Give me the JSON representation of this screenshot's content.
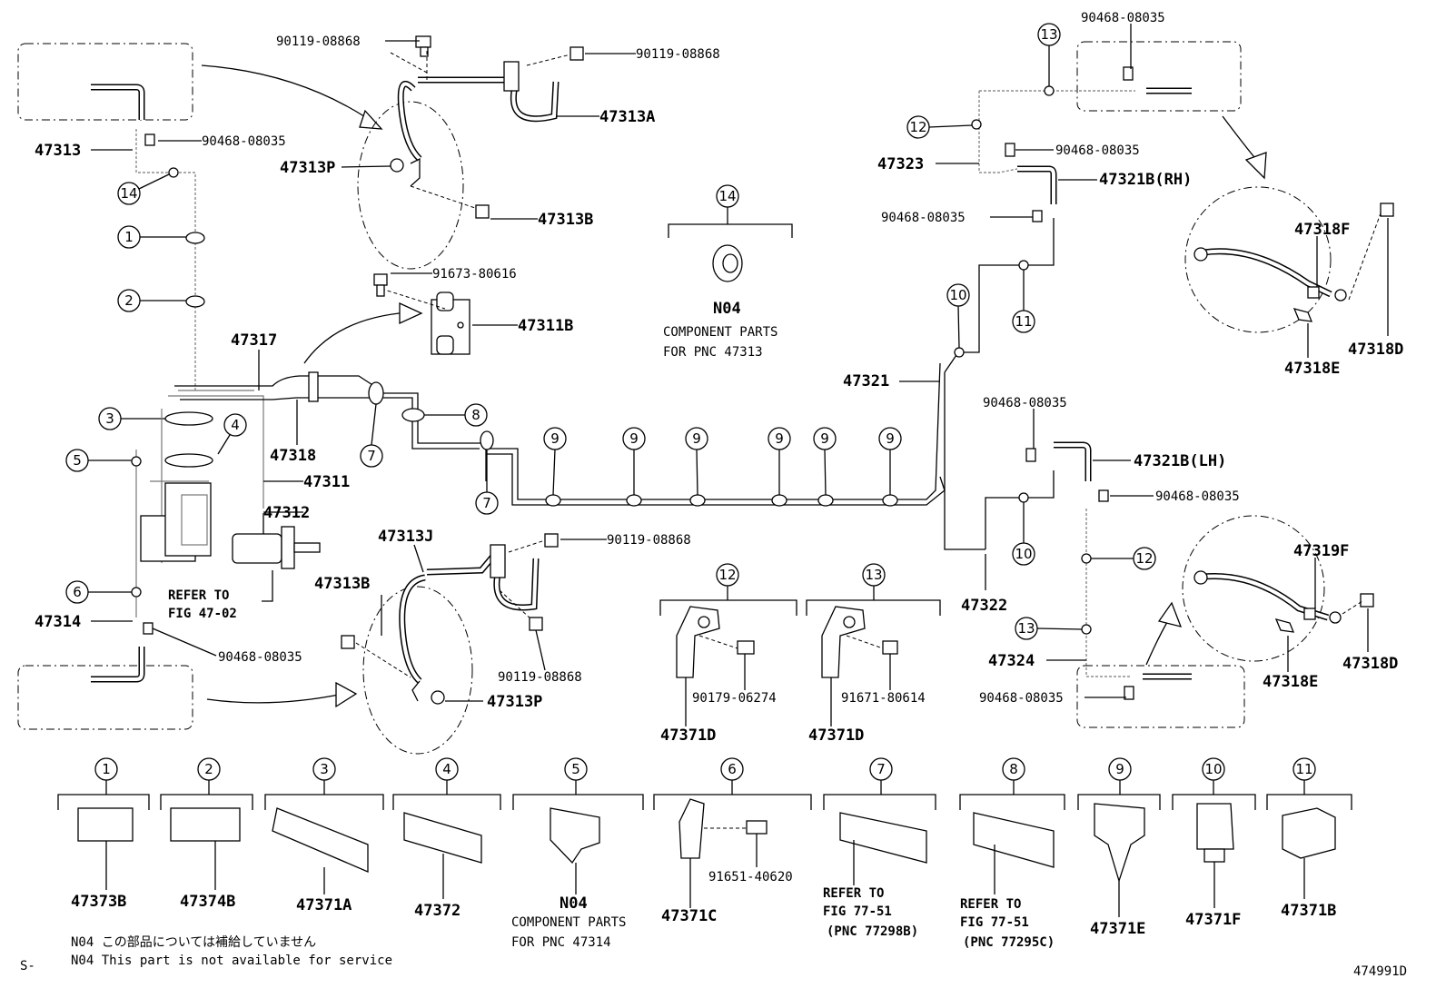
{
  "diagram_id": "474991D",
  "prefix": "S-",
  "parts": {
    "p47313": "47313",
    "p47313A": "47313A",
    "p47313P_top": "47313P",
    "p47313B_top": "47313B",
    "p47317": "47317",
    "p47311B": "47311B",
    "p47318": "47318",
    "p47311": "47311",
    "p47312": "47312",
    "p47313J": "47313J",
    "p47313B_bot": "47313B",
    "p47313P_bot": "47313P",
    "p47314": "47314",
    "p47323": "47323",
    "p47321B_RH": "47321B(RH)",
    "p47321": "47321",
    "p47321B_LH": "47321B(LH)",
    "p47322": "47322",
    "p47324": "47324",
    "p47318F": "47318F",
    "p47318E_top": "47318E",
    "p47318D_top": "47318D",
    "p47319F": "47319F",
    "p47318E_bot": "47318E",
    "p47318D_bot": "47318D",
    "p47371D_a": "47371D",
    "p47371D_b": "47371D"
  },
  "part_numbers": {
    "bolt_top_left": "90119-08868",
    "bolt_top_right": "90119-08868",
    "clip_47313": "90468-08035",
    "bolt_47311B": "91673-80616",
    "bolt_mid_right": "90119-08868",
    "bolt_mid_lower": "90119-08868",
    "clip_47314": "90468-08035",
    "clip_top_right": "90468-08035",
    "clip_47323": "90468-08035",
    "clip_47321B_RH": "90468-08035",
    "clip_47321B_LH_top": "90468-08035",
    "clip_47321B_LH_right": "90468-08035",
    "clip_bottom_right": "90468-08035",
    "bolt_12": "90179-06274",
    "bolt_13": "91671-80614",
    "bolt_6": "91651-40620"
  },
  "callouts": [
    "1",
    "2",
    "3",
    "4",
    "5",
    "6",
    "7",
    "8",
    "9",
    "10",
    "11",
    "12",
    "13",
    "14"
  ],
  "n04_top": {
    "callout": "14",
    "code": "N04",
    "line1": "COMPONENT PARTS",
    "line2": "FOR PNC 47313"
  },
  "refer_fig": {
    "line1": "REFER TO",
    "line2": "FIG 47-02"
  },
  "legend": [
    {
      "callout": "1",
      "part": "47373B"
    },
    {
      "callout": "2",
      "part": "47374B"
    },
    {
      "callout": "3",
      "part": "47371A"
    },
    {
      "callout": "4",
      "part": "47372"
    },
    {
      "callout": "5",
      "part": "N04",
      "line1": "COMPONENT PARTS",
      "line2": "FOR PNC 47314"
    },
    {
      "callout": "6",
      "part": "47371C",
      "bolt": "91651-40620"
    },
    {
      "callout": "7",
      "line1": "REFER TO",
      "line2": "FIG 77-51",
      "line3": "(PNC 77298B)"
    },
    {
      "callout": "8",
      "line1": "REFER TO",
      "line2": "FIG 77-51",
      "line3": "(PNC 77295C)"
    },
    {
      "callout": "9",
      "part": "47371E"
    },
    {
      "callout": "10",
      "part": "47371F"
    },
    {
      "callout": "11",
      "part": "47371B"
    }
  ],
  "notes": {
    "jp": "N04 この部品については補給していません",
    "en": "N04 This part is not available for service"
  }
}
